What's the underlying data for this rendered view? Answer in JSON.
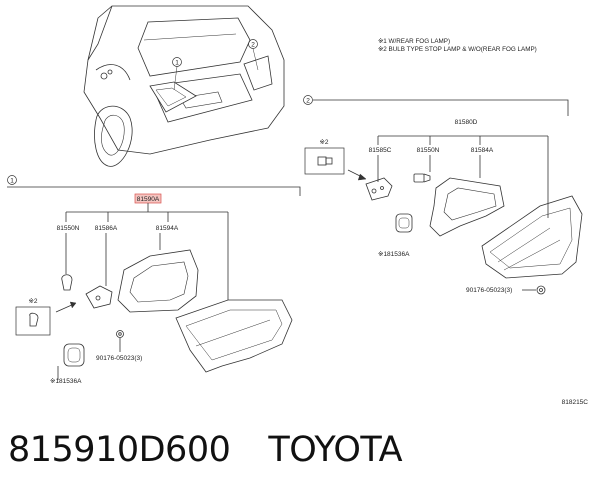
{
  "diagram": {
    "notes": [
      "※1 W/REAR FOG LAMP)",
      "※2 BULB TYPE STOP LAMP & W/O(REAR FOG LAMP)"
    ],
    "group1": {
      "marker": "1",
      "header_part": "81590A",
      "parts": {
        "bulb": "81550N",
        "socket": "81586A",
        "gasket": "81594A",
        "grommet": "※181536A",
        "nut": "90176-05023(3)"
      },
      "inset_marker": "※2"
    },
    "group2": {
      "marker": "2",
      "header_part": "81580D",
      "parts": {
        "socket": "81585C",
        "bulb": "81550N",
        "gasket": "81584A",
        "grommet": "※181536A",
        "nut": "90176-05023(3)"
      },
      "inset_marker": "※2"
    },
    "car_callouts": [
      "1",
      "2"
    ],
    "drawing_code": "818215C"
  },
  "footer": {
    "part_number": "815910D600",
    "brand": "TOYOTA"
  },
  "colors": {
    "line": "#333333",
    "highlight": "#d9534f"
  }
}
